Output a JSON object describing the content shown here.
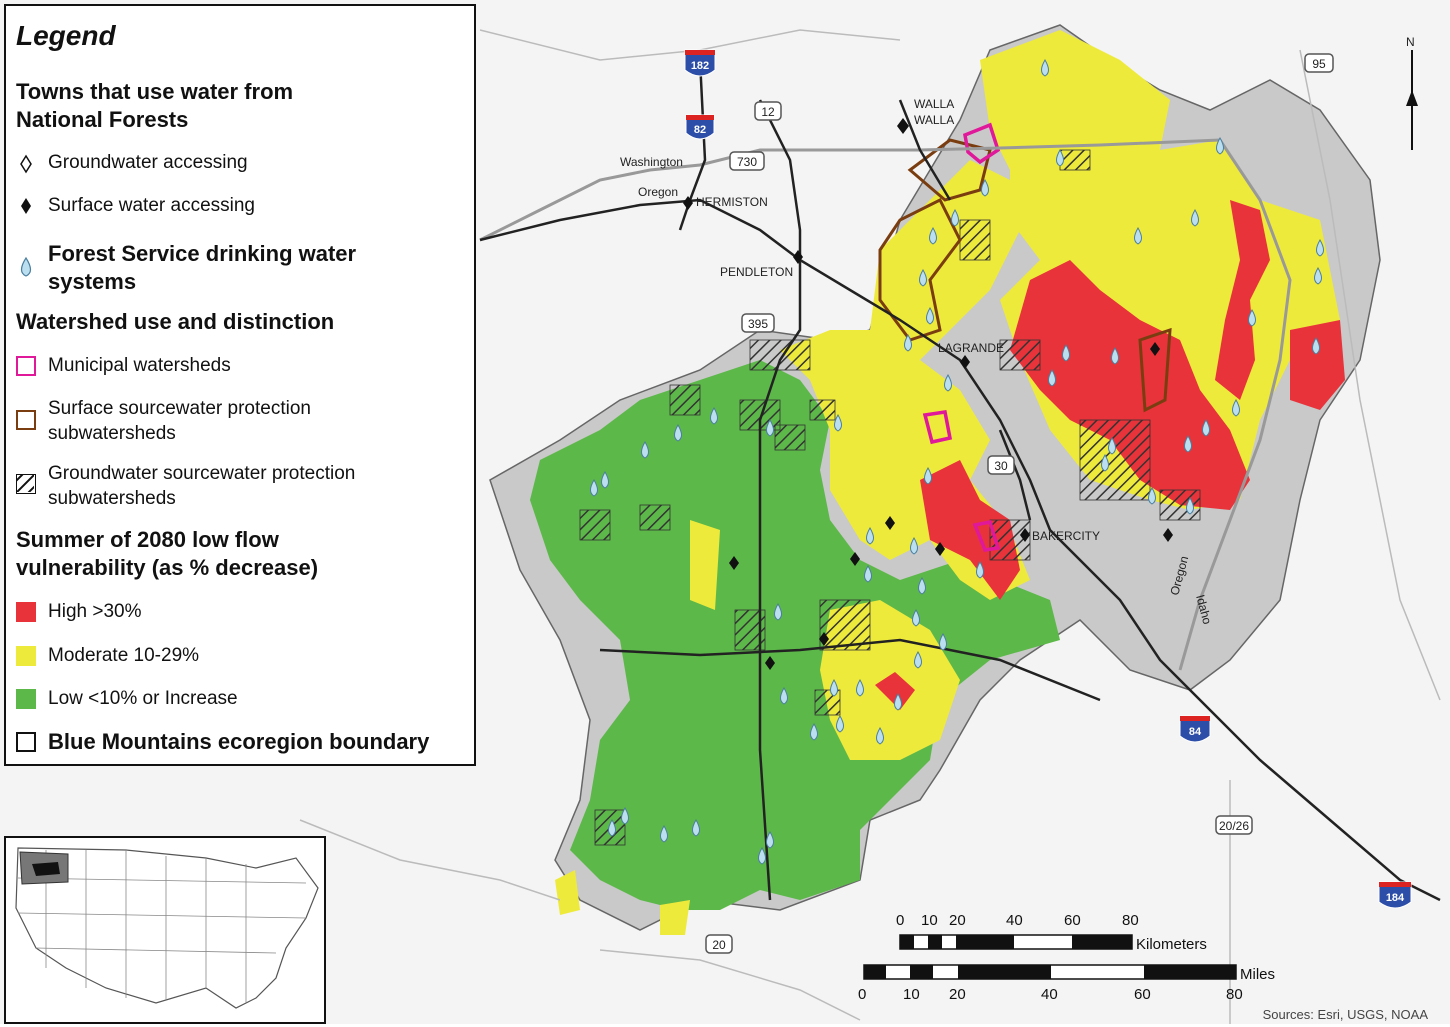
{
  "legend": {
    "title": "Legend",
    "towns_heading": "Towns that use water from National Forests",
    "groundwater": "Groundwater accessing",
    "surface": "Surface water accessing",
    "fs_systems": "Forest Service drinking water systems",
    "watershed_heading": "Watershed use and distinction",
    "municipal": "Municipal watersheds",
    "surface_protect": "Surface sourcewater protection subwatersheds",
    "ground_protect": "Groundwater sourcewater protection subwatersheds",
    "vuln_heading": "Summer of 2080 low flow vulnerability (as % decrease)",
    "high": "High  >30%",
    "moderate": "Moderate  10-29%",
    "low": "Low  <10% or Increase",
    "boundary": "Blue Mountains ecoregion boundary"
  },
  "colors": {
    "high": "#e8333a",
    "moderate": "#eeea3c",
    "low": "#5db84a",
    "ecoregion": "#c9c9c9",
    "municipal": "#e0189a",
    "surface_protect": "#7a3d10",
    "water_drop": "#bcdff0"
  },
  "places": {
    "walla": "WALLA",
    "walla2": "WALLA",
    "washington": "Washington",
    "oregon": "Oregon",
    "hermiston": "HERMISTON",
    "pendleton": "PENDLETON",
    "lagrande": "LAGRANDE",
    "bakercity": "BAKERCITY",
    "oregon2": "Oregon",
    "idaho": "Idaho"
  },
  "routes": {
    "i182": "182",
    "i82": "82",
    "i84": "84",
    "i184": "184",
    "us12": "12",
    "us730": "730",
    "us395": "395",
    "us30": "30",
    "us20": "20",
    "us95": "95",
    "us2026": "20/26"
  },
  "north": "N",
  "scale": {
    "km_ticks": [
      "0",
      "10",
      "20",
      "40",
      "60",
      "80"
    ],
    "km_unit": "Kilometers",
    "mi_ticks": [
      "0",
      "10",
      "20",
      "40",
      "60",
      "80"
    ],
    "mi_unit": "Miles"
  },
  "credit": "Sources: Esri, USGS, NOAA"
}
